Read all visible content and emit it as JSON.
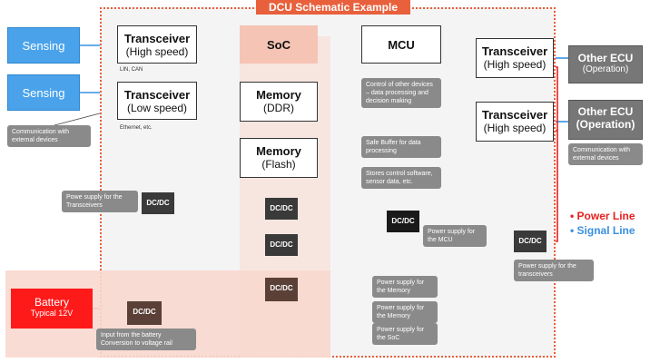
{
  "title": "DCU Schematic Example",
  "colors": {
    "power": "#e82020",
    "signal": "#3a90e0",
    "frame": "#e8603c"
  },
  "sensing": [
    "Sensing",
    "Sensing"
  ],
  "transceiver_high_left": {
    "title": "Transceiver",
    "sub": "(High speed)",
    "note": "LIN, CAN"
  },
  "transceiver_low_left": {
    "title": "Transceiver",
    "sub": "(Low speed)",
    "note": "Ethernet, etc."
  },
  "soc": "SoC",
  "memory_ddr": {
    "title": "Memory",
    "sub": "(DDR)"
  },
  "memory_flash": {
    "title": "Memory",
    "sub": "(Flash)"
  },
  "mcu": "MCU",
  "transceiver_right_1": {
    "title": "Transceiver",
    "sub": "(High speed)"
  },
  "transceiver_right_2": {
    "title": "Transceiver",
    "sub": "(High speed)"
  },
  "ecu_1": {
    "title": "Other ECU",
    "sub": "(Operation)"
  },
  "ecu_2": {
    "title": "Other ECU",
    "sub": "(Operation)"
  },
  "battery": {
    "title": "Battery",
    "sub": "Typical 12V"
  },
  "dcdc_label": "DC/DC",
  "notes": {
    "comm_left": "Communication with external devices",
    "comm_right": "Communication with external devices",
    "control": "Control of other devices – data processing and decision making",
    "safe_buffer": "Safe Buffer for data processing",
    "stores": "Stores control software, sensor data, etc.",
    "power_transceivers_left": "Powe supply for the Transceivers",
    "power_mcu": "Power supply for the MCU",
    "power_transceivers_right": "Power supply for the transceivers",
    "power_memory_1": "Power supply for the Memory",
    "power_memory_2": "Power supply for the Memory",
    "power_soc": "Power supply for the SoC",
    "battery_input": "Input from the battery Conversion to voltage rail"
  },
  "legend": {
    "power": "• Power Line",
    "signal": "• Signal Line"
  }
}
